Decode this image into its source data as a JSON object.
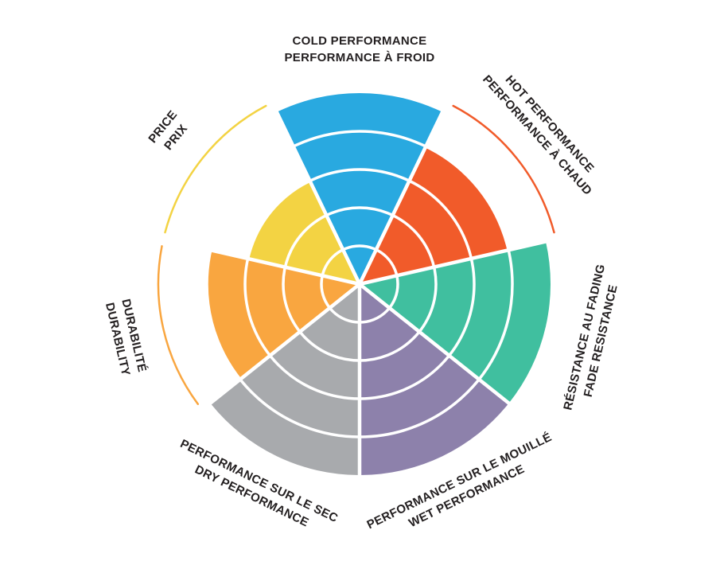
{
  "chart_data": {
    "type": "radial-rating-wheel",
    "title": "",
    "scale": {
      "min": 0,
      "max": 5
    },
    "rings_total": 5,
    "background": "#ffffff",
    "label_color": "#231f20",
    "separator_color": "#ffffff",
    "layout": {
      "grid": "concentric-rings",
      "legend": "none",
      "partial_segments_show_outer_arc": true
    },
    "categories": [
      {
        "id": "cold",
        "label_en": "COLD PERFORMANCE",
        "label_fr": "PERFORMANCE À FROID",
        "lines": [
          "COLD PERFORMANCE",
          "PERFORMANCE À FROID"
        ],
        "value": 5,
        "color": "#29a9e0"
      },
      {
        "id": "hot",
        "label_en": "HOT PERFORMANCE",
        "label_fr": "PERFORMANCE À CHAUD",
        "lines": [
          "HOT PERFORMANCE",
          "PERFORMANCE À CHAUD"
        ],
        "value": 4,
        "color": "#f15b2a"
      },
      {
        "id": "fade",
        "label_en": "FADE RESISTANCE",
        "label_fr": "RÉSISTANCE AU FADING",
        "lines": [
          "RÉSISTANCE AU FADING",
          "FADE RESISTANCE"
        ],
        "value": 5,
        "color": "#40bf9f"
      },
      {
        "id": "wet",
        "label_en": "WET PERFORMANCE",
        "label_fr": "PERFORMANCE SUR LE MOUILLÉ",
        "lines": [
          "PERFORMANCE SUR LE MOUILLÉ",
          "WET PERFORMANCE"
        ],
        "value": 5,
        "color": "#8d81ab"
      },
      {
        "id": "dry",
        "label_en": "DRY PERFORMANCE",
        "label_fr": "PERFORMANCE SUR LE SEC",
        "lines": [
          "PERFORMANCE SUR LE SEC",
          "DRY PERFORMANCE"
        ],
        "value": 5,
        "color": "#a8aaad"
      },
      {
        "id": "durability",
        "label_en": "DURABILITY",
        "label_fr": "DURABILITÉ",
        "lines": [
          "DURABILITÉ",
          "DURABILITY"
        ],
        "value": 4,
        "color": "#f9a640"
      },
      {
        "id": "price",
        "label_en": "PRICE",
        "label_fr": "PRIX",
        "lines": [
          "PRICE",
          "PRIX"
        ],
        "value": 3,
        "color": "#f3d343"
      }
    ]
  }
}
